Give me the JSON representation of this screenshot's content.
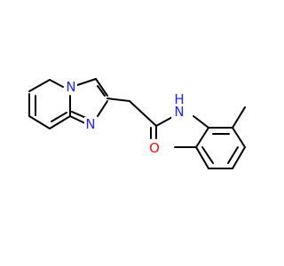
{
  "molecule": {
    "atoms": [
      {
        "label": "N",
        "color": "#2323ff"
      },
      {
        "label": "N",
        "color": "#2323ff"
      },
      {
        "label": "N",
        "color": "#2323ff"
      },
      {
        "label": "H",
        "color": "#2323ff"
      },
      {
        "label": "O",
        "color": "#ff0d0d"
      }
    ],
    "bond_color": "#000000"
  }
}
